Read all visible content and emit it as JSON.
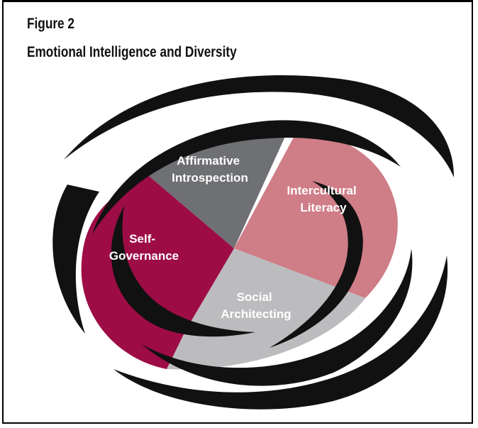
{
  "figure": {
    "label": "Figure 2",
    "title": "Emotional Intelligence and Diversity"
  },
  "segments": [
    {
      "lines": [
        "Affirmative",
        "Introspection"
      ],
      "color": "#6f7073"
    },
    {
      "lines": [
        "Intercultural",
        "Literacy"
      ],
      "color": "#cf7d87"
    },
    {
      "lines": [
        "Social",
        "Architecting"
      ],
      "color": "#bcbcbf"
    },
    {
      "lines": [
        "Self-",
        "Governance"
      ],
      "color": "#9d0c45"
    }
  ],
  "colors": {
    "swirl": "#111111",
    "border": "#000000"
  }
}
